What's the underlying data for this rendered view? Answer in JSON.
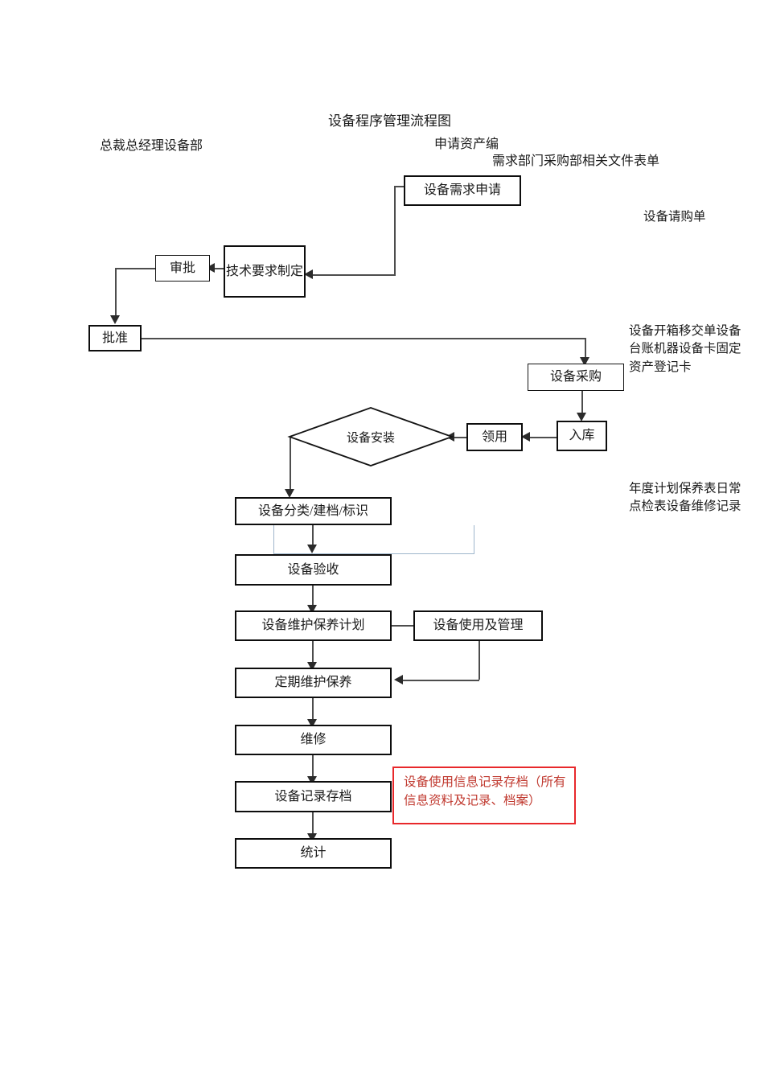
{
  "document": {
    "title": "设备程序管理流程图",
    "lane_header_left": "总裁总经理设备部",
    "column_header_1": "申请资产编",
    "column_header_2": "需求部门采购部相关文件表单"
  },
  "side_notes": [
    {
      "id": "note-purchase-request",
      "text": "设备请购单"
    },
    {
      "id": "note-asset-docs",
      "text": "设备开箱移交单设备台账机器设备卡固定资产登记卡"
    },
    {
      "id": "note-maintenance-docs",
      "text": "年度计划保养表日常点检表设备维修记录"
    }
  ],
  "nodes": {
    "equipment_demand_request": "设备需求申请",
    "technical_requirement": "技术要求制定",
    "review": "审批",
    "approve": "批准",
    "equipment_purchase": "设备采购",
    "warehousing": "入库",
    "requisition": "领用",
    "equipment_installation": "设备安装",
    "classify_archive_label": "设备分类/建档/标识",
    "equipment_acceptance": "设备验收",
    "maintenance_plan": "设备维护保养计划",
    "usage_and_management": "设备使用及管理",
    "periodic_maintenance": "定期维护保养",
    "repair": "维修",
    "record_archive": "设备记录存档",
    "statistics": "统计"
  },
  "callout": {
    "text": "设备使用信息记录存档（所有信息资料及记录、档案）",
    "border_color": "#e8282b",
    "text_color": "#c0392f"
  },
  "colors": {
    "box_border": "#141414",
    "connector": "#4d4d4d",
    "bracket": "#9fb6cc",
    "page_background": "#ffffff"
  }
}
